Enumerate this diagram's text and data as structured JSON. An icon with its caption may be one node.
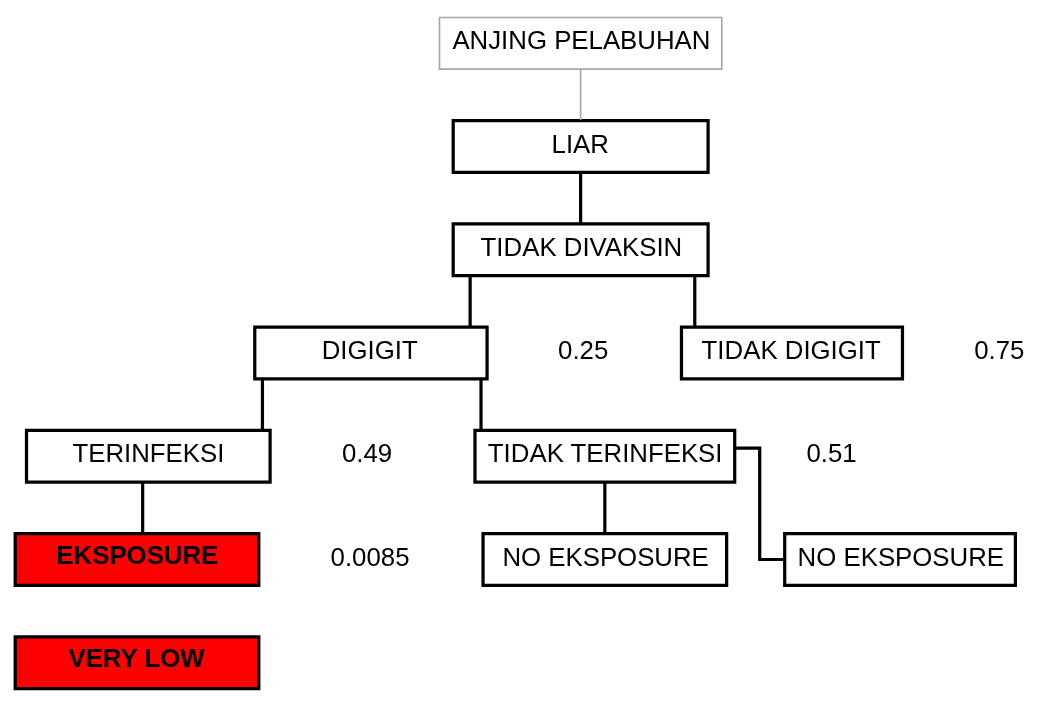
{
  "diagram": {
    "nodes": [
      {
        "text": [
          "ANJING PELABUHAN"
        ]
      },
      {
        "text": [
          "LIAR"
        ]
      },
      {
        "text": [
          "TIDAK DIVAKSIN"
        ]
      },
      {
        "text": [
          "DIGIGIT"
        ],
        "beside": [
          "0.25"
        ]
      },
      {
        "text": [
          "TIDAK DIGIGIT"
        ],
        "beside": [
          "0.75"
        ]
      },
      {
        "text": [
          "TERINFEKSI"
        ],
        "beside": [
          "0.49"
        ]
      },
      {
        "text": [
          "TIDAK TERINFEKSI"
        ],
        "beside": [
          "0.51"
        ]
      },
      {
        "text": [
          "EKSPOSURE"
        ],
        "beside": [
          "0.0085"
        ]
      },
      {
        "text": [
          "VERY LOW"
        ]
      },
      {
        "text": [
          "NO EKSPOSURE"
        ]
      },
      {
        "text": [
          "NO EKSPOSURE"
        ]
      }
    ],
    "edges": [
      {
        "from": 0,
        "to": 1,
        "arrow": "none",
        "color": "#a6a6a6"
      },
      {
        "from": 1,
        "to": 2,
        "arrow": "none"
      },
      {
        "from": 2,
        "to": 3,
        "arrow": "none"
      },
      {
        "from": 2,
        "to": 4,
        "arrow": "none"
      },
      {
        "from": 3,
        "to": 5,
        "arrow": "none"
      },
      {
        "from": 3,
        "to": 6,
        "arrow": "none"
      },
      {
        "from": 5,
        "to": 7,
        "arrow": "none"
      },
      {
        "from": 6,
        "to": 9,
        "arrow": "none"
      },
      {
        "from": 6,
        "to": 10,
        "arrow": "none"
      }
    ]
  }
}
